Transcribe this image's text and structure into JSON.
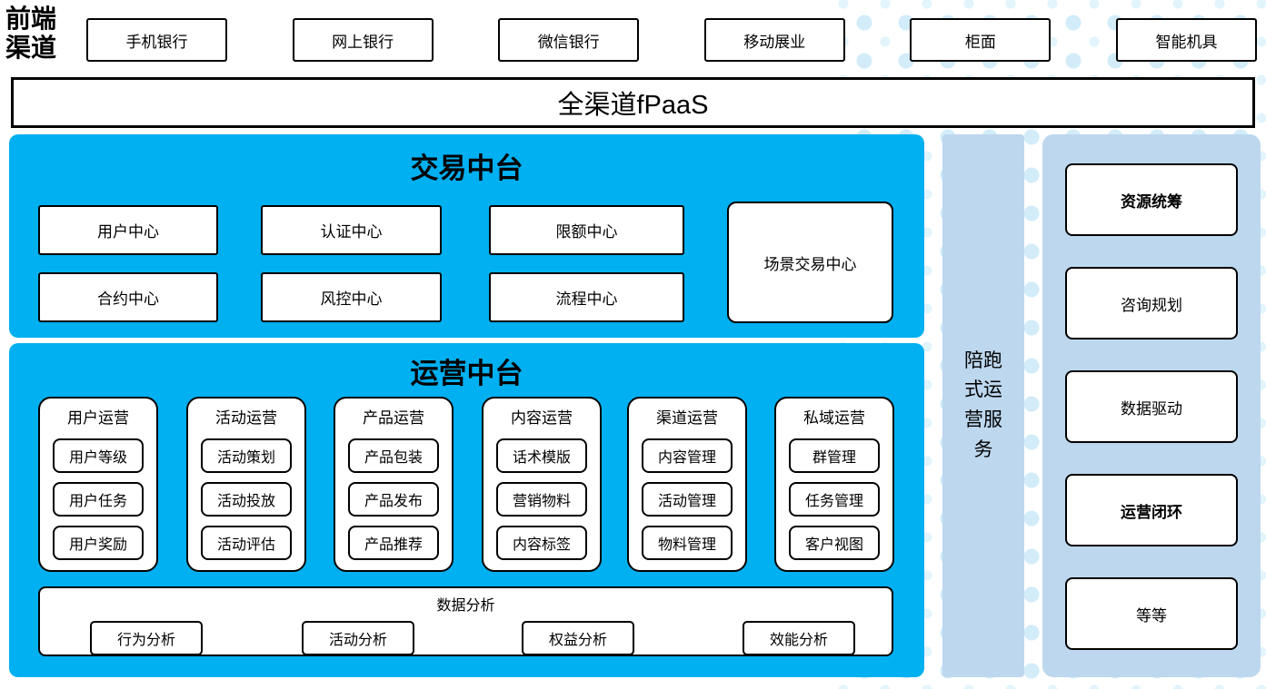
{
  "colors": {
    "primary_blue": "#00B0F0",
    "light_blue": "#BDD7EE",
    "dot_blue": "#D2ECF9"
  },
  "front_channels": {
    "label": "前端渠道",
    "items": [
      "手机银行",
      "网上银行",
      "微信银行",
      "移动展业",
      "柜面",
      "智能机具"
    ]
  },
  "fpaas": {
    "label": "全渠道fPaaS"
  },
  "trade_platform": {
    "title": "交易中台",
    "centers": [
      "用户中心",
      "认证中心",
      "限额中心",
      "合约中心",
      "风控中心",
      "流程中心"
    ],
    "scene_center": "场景交易中心"
  },
  "ops_platform": {
    "title": "运营中台",
    "columns": [
      {
        "title": "用户运营",
        "items": [
          "用户等级",
          "用户任务",
          "用户奖励"
        ]
      },
      {
        "title": "活动运营",
        "items": [
          "活动策划",
          "活动投放",
          "活动评估"
        ]
      },
      {
        "title": "产品运营",
        "items": [
          "产品包装",
          "产品发布",
          "产品推荐"
        ]
      },
      {
        "title": "内容运营",
        "items": [
          "话术模版",
          "营销物料",
          "内容标签"
        ]
      },
      {
        "title": "渠道运营",
        "items": [
          "内容管理",
          "活动管理",
          "物料管理"
        ]
      },
      {
        "title": "私域运营",
        "items": [
          "群管理",
          "任务管理",
          "客户视图"
        ]
      }
    ],
    "data_analysis": {
      "title": "数据分析",
      "items": [
        "行为分析",
        "活动分析",
        "权益分析",
        "效能分析"
      ]
    }
  },
  "side_service": {
    "label": "陪跑式运营服务"
  },
  "service_items": [
    {
      "label": "资源统筹",
      "bold": true
    },
    {
      "label": "咨询规划",
      "bold": false
    },
    {
      "label": "数据驱动",
      "bold": false
    },
    {
      "label": "运营闭环",
      "bold": true
    },
    {
      "label": "等等",
      "bold": false
    }
  ]
}
